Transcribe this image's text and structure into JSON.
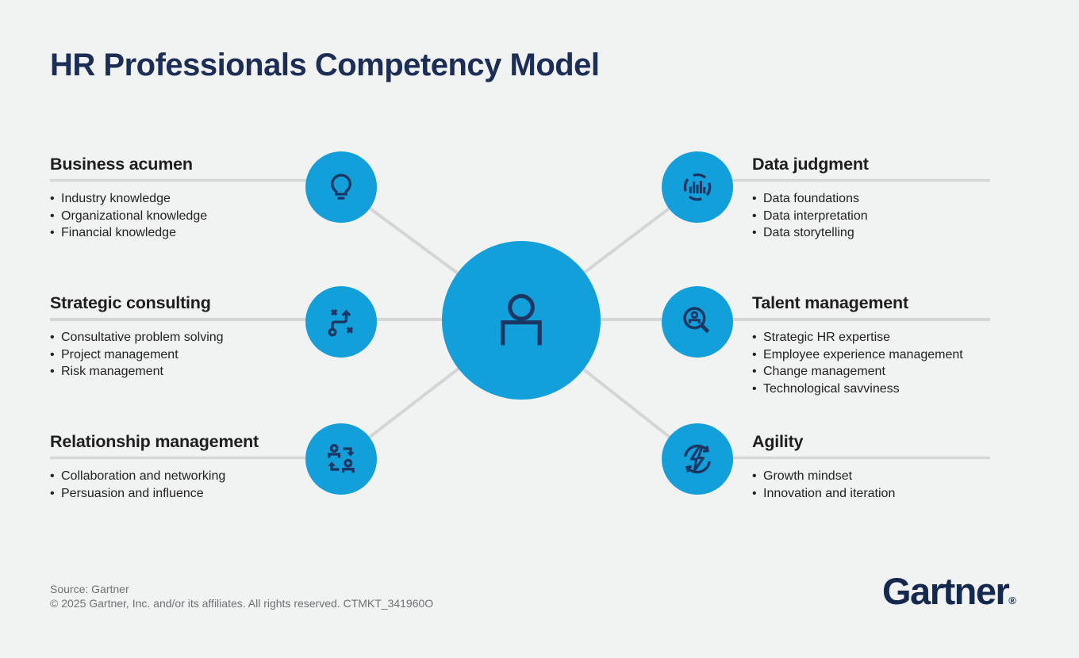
{
  "title": "HR Professionals Competency Model",
  "center": {
    "icon": "person-icon"
  },
  "sections": [
    {
      "id": "business-acumen",
      "side": "left",
      "row": 1,
      "title": "Business acumen",
      "icon": "lightbulb-icon",
      "items": [
        "Industry knowledge",
        "Organizational knowledge",
        "Financial knowledge"
      ]
    },
    {
      "id": "strategic-consulting",
      "side": "left",
      "row": 2,
      "title": "Strategic consulting",
      "icon": "strategy-tactics-icon",
      "items": [
        "Consultative problem solving",
        "Project management",
        "Risk management"
      ]
    },
    {
      "id": "relationship-management",
      "side": "left",
      "row": 3,
      "title": "Relationship management",
      "icon": "people-exchange-icon",
      "items": [
        "Collaboration and networking",
        "Persuasion and influence"
      ]
    },
    {
      "id": "data-judgment",
      "side": "right",
      "row": 1,
      "title": "Data judgment",
      "icon": "bar-chart-circle-icon",
      "items": [
        "Data foundations",
        "Data interpretation",
        "Data storytelling"
      ]
    },
    {
      "id": "talent-management",
      "side": "right",
      "row": 2,
      "title": "Talent management",
      "icon": "person-magnifier-icon",
      "items": [
        "Strategic HR expertise",
        "Employee experience management",
        "Change management",
        "Technological savviness"
      ]
    },
    {
      "id": "agility",
      "side": "right",
      "row": 3,
      "title": "Agility",
      "icon": "lightning-cycle-icon",
      "items": [
        "Growth mindset",
        "Innovation and iteration"
      ]
    }
  ],
  "footer": {
    "source": "Source: Gartner",
    "copyright": "© 2025 Gartner, Inc. and/or its affiliates. All rights reserved. CTMKT_341960O",
    "logo_text": "Gartner",
    "registered_mark": "®"
  },
  "colors": {
    "background": "#F1F2F2",
    "accent_blue": "#129FDA",
    "icon_navy": "#1A3763",
    "title_navy": "#1C2E55",
    "connector_gray": "#D4D5D6",
    "text_dark": "#1E1E1E",
    "footer_gray": "#6E7276",
    "logo_navy": "#14294D"
  }
}
